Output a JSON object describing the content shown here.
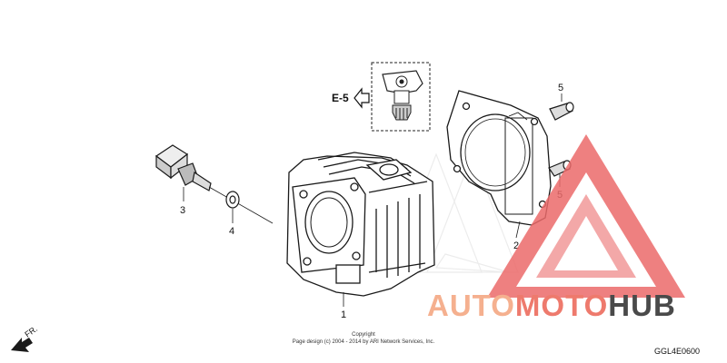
{
  "diagram": {
    "callouts": [
      "1",
      "2",
      "3",
      "4",
      "5",
      "5"
    ],
    "reference": "E-5",
    "direction": "FR.",
    "diagram_code": "GGL4E0600",
    "copyright_line1": "Copyright",
    "copyright_line2": "Page design (c) 2004 - 2014 by ARI Network Services, Inc."
  },
  "watermark": {
    "part1": "AUTO",
    "part2": "MOTO",
    "part3": "HUB",
    "color_primary": "#f5b08f",
    "color_accent": "#ee7a6d",
    "color_dark": "#4a4a4a"
  },
  "colors": {
    "line": "#1a1a1a",
    "watermark_triangle": "#ec6a6a"
  }
}
